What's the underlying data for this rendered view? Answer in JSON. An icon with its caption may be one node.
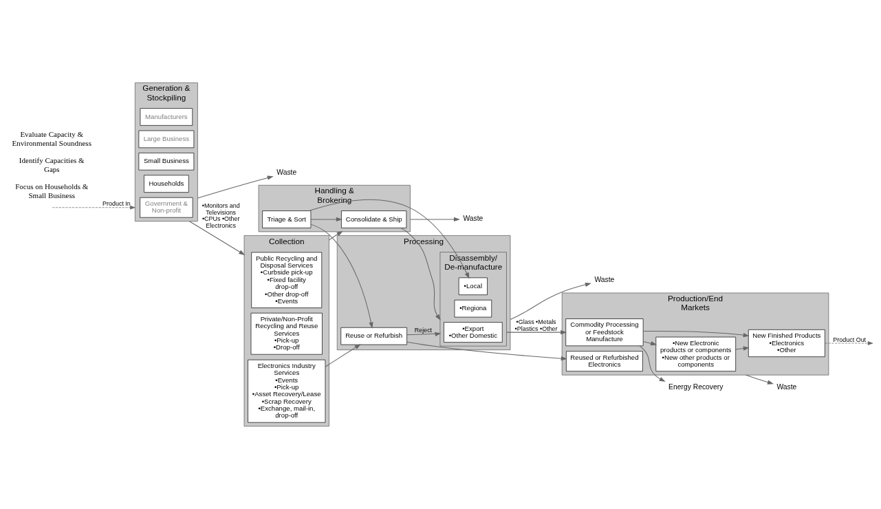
{
  "diagram": {
    "nodes": [
      {
        "text": [
          "Generation & Stockpiling"
        ]
      },
      {
        "text": [
          "Manufacturers"
        ],
        "in": 0
      },
      {
        "text": [
          "Large Business"
        ],
        "in": 0
      },
      {
        "text": [
          "Small Business"
        ],
        "in": 0
      },
      {
        "text": [
          "Households"
        ],
        "in": 0
      },
      {
        "text": [
          "Government & Non-profit"
        ],
        "in": 0
      },
      {
        "text": [
          "Waste"
        ]
      },
      {
        "text": [
          "Collection"
        ]
      },
      {
        "text": [
          "Electronics Industry Services",
          "•Events",
          "•Pick-up",
          "•Asset Recovery/Lease",
          "•Scrap Recovery",
          "•Exchange, mail-in, drop-off"
        ],
        "in": 7
      },
      {
        "text": [
          "Private/Non-Profit Recycling and Reuse Services",
          "•Pick-up",
          "•Drop-off"
        ],
        "in": 7
      },
      {
        "text": [
          "Public Recycling and Disposal Services",
          "•Curbside pick-up",
          "•Fixed facility drop-off",
          "•Other drop-off",
          "•Events"
        ],
        "in": 7
      },
      {
        "text": [
          "Handling & Brokering"
        ]
      },
      {
        "text": [
          "Triage & Sort"
        ],
        "in": 11
      },
      {
        "text": [
          "Consolidate & Ship"
        ],
        "in": 11
      },
      {
        "text": [
          "Waste"
        ]
      },
      {
        "text": [
          "Processing"
        ]
      },
      {
        "text": [
          "Reuse or Refurbish"
        ],
        "in": 15
      },
      {
        "text": [
          "Disassembly/ De-manufacture"
        ],
        "in": 15
      },
      {
        "text": [
          "•Local"
        ],
        "in": 17
      },
      {
        "text": [
          "•Regiona"
        ],
        "in": 17
      },
      {
        "text": [
          "•Export",
          "•Other Domestic"
        ],
        "in": 17
      },
      {
        "text": [
          "Waste"
        ]
      },
      {
        "text": [
          "Production/End Markets"
        ]
      },
      {
        "text": [
          "Reused or Refurbished Electronics"
        ],
        "in": 22
      },
      {
        "text": [
          "Commodity Processing or Feedstock Manufacture"
        ],
        "in": 22
      },
      {
        "text": [
          "New Finished Products",
          "•Electronics",
          "•Other"
        ],
        "in": 22
      },
      {
        "text": [
          "•New Electronic products or components",
          "•New other products or components"
        ],
        "in": 22
      },
      {
        "text": [
          "Energy Recovery"
        ]
      },
      {
        "text": [
          "Waste"
        ]
      }
    ],
    "edges": [
      {
        "from": null,
        "to": 0,
        "arrow": "to",
        "label": "Product In",
        "style": "dashed"
      },
      {
        "from": 0,
        "to": 6,
        "arrow": "to"
      },
      {
        "from": 0,
        "to": 7,
        "arrow": "to",
        "label": "•Monitors and Televisions •CPUs •Other Electronics"
      },
      {
        "from": 8,
        "to": 16,
        "arrow": "to"
      },
      {
        "from": 7,
        "to": 11,
        "arrow": "to"
      },
      {
        "from": 12,
        "to": 16,
        "arrow": "to"
      },
      {
        "from": 12,
        "to": 13,
        "arrow": "to"
      },
      {
        "from": 12,
        "to": 18,
        "arrow": "to"
      },
      {
        "from": 13,
        "to": 17,
        "arrow": "to"
      },
      {
        "from": 11,
        "to": 14,
        "arrow": "to"
      },
      {
        "from": 16,
        "to": 17,
        "arrow": "to",
        "label": "Reject"
      },
      {
        "from": 16,
        "to": 23,
        "arrow": "to"
      },
      {
        "from": 17,
        "to": 24,
        "arrow": "to",
        "label": "•Glass •Metals •Plastics •Other"
      },
      {
        "from": 15,
        "to": 21,
        "arrow": "to"
      },
      {
        "from": 24,
        "to": 25,
        "arrow": "to"
      },
      {
        "from": 24,
        "to": 26,
        "arrow": "to"
      },
      {
        "from": 26,
        "to": 25,
        "arrow": "to"
      },
      {
        "from": 24,
        "to": 27,
        "arrow": "to"
      },
      {
        "from": 22,
        "to": 28,
        "arrow": "to"
      },
      {
        "from": 25,
        "to": null,
        "arrow": "to",
        "label": "Product Out",
        "style": "dashed"
      }
    ],
    "labels": [
      "Focus on Households & Small Business",
      "Identify Capacities & Gaps",
      "Evaluate Capacity & Environmental Soundness"
    ]
  }
}
